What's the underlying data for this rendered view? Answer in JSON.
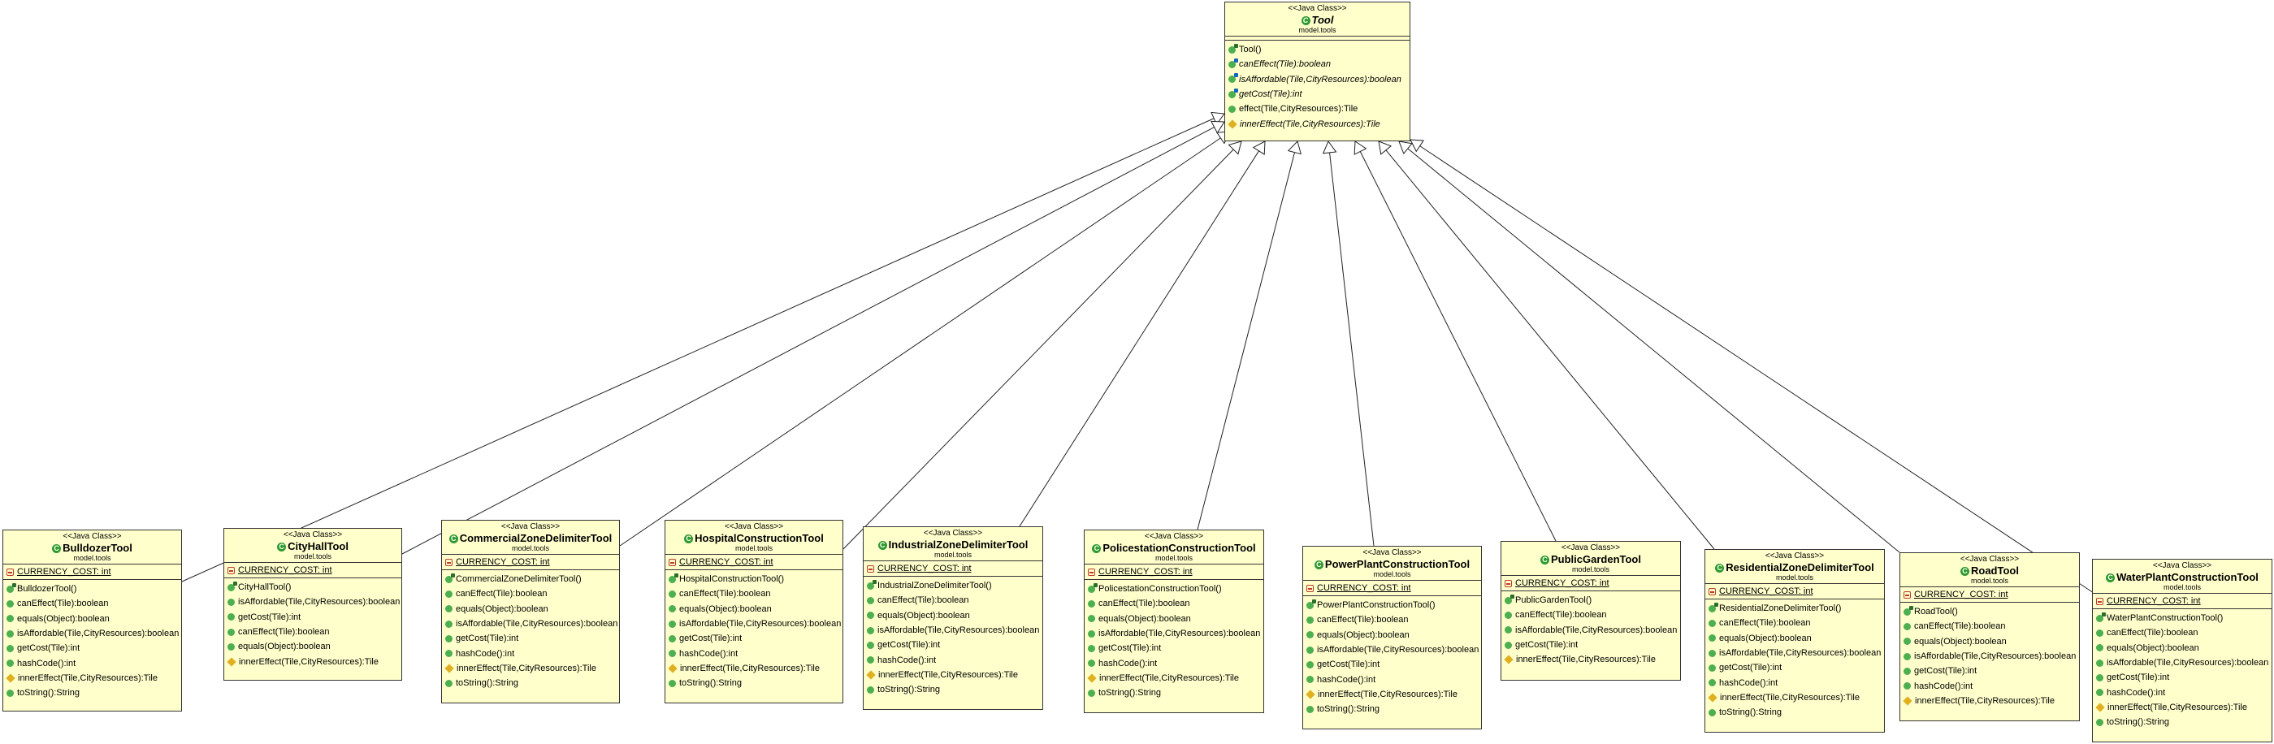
{
  "parent": {
    "stereotype": "<<Java Class>>",
    "name": "Tool",
    "package": "model.tools",
    "operations": [
      {
        "text": "Tool()",
        "icon": "ctor",
        "italic": false
      },
      {
        "text": "canEffect(Tile):boolean",
        "icon": "abs",
        "italic": true
      },
      {
        "text": "isAffordable(Tile,CityResources):boolean",
        "icon": "abs",
        "italic": true
      },
      {
        "text": "getCost(Tile):int",
        "icon": "abs",
        "italic": true
      },
      {
        "text": "effect(Tile,CityResources):Tile",
        "icon": "pub",
        "italic": false
      },
      {
        "text": "innerEffect(Tile,CityResources):Tile",
        "icon": "prot",
        "italic": true
      }
    ]
  },
  "classes": [
    {
      "stereotype": "<<Java Class>>",
      "name": "BulldozerTool",
      "package": "model.tools",
      "field": "CURRENCY_COST: int",
      "operations": [
        {
          "text": "BulldozerTool()",
          "icon": "ctor"
        },
        {
          "text": "canEffect(Tile):boolean",
          "icon": "pub"
        },
        {
          "text": "equals(Object):boolean",
          "icon": "pub"
        },
        {
          "text": "isAffordable(Tile,CityResources):boolean",
          "icon": "pub"
        },
        {
          "text": "getCost(Tile):int",
          "icon": "pub"
        },
        {
          "text": "hashCode():int",
          "icon": "pub"
        },
        {
          "text": "innerEffect(Tile,CityResources):Tile",
          "icon": "prot"
        },
        {
          "text": "toString():String",
          "icon": "pub"
        }
      ]
    },
    {
      "stereotype": "<<Java Class>>",
      "name": "CityHallTool",
      "package": "model.tools",
      "field": "CURRENCY_COST: int",
      "operations": [
        {
          "text": "CityHallTool()",
          "icon": "ctor"
        },
        {
          "text": "isAffordable(Tile,CityResources):boolean",
          "icon": "pub"
        },
        {
          "text": "getCost(Tile):int",
          "icon": "pub"
        },
        {
          "text": "canEffect(Tile):boolean",
          "icon": "pub"
        },
        {
          "text": "equals(Object):boolean",
          "icon": "pub"
        },
        {
          "text": "innerEffect(Tile,CityResources):Tile",
          "icon": "prot"
        }
      ]
    },
    {
      "stereotype": "<<Java Class>>",
      "name": "CommercialZoneDelimiterTool",
      "package": "model.tools",
      "field": "CURRENCY_COST: int",
      "operations": [
        {
          "text": "CommercialZoneDelimiterTool()",
          "icon": "ctor"
        },
        {
          "text": "canEffect(Tile):boolean",
          "icon": "pub"
        },
        {
          "text": "equals(Object):boolean",
          "icon": "pub"
        },
        {
          "text": "isAffordable(Tile,CityResources):boolean",
          "icon": "pub"
        },
        {
          "text": "getCost(Tile):int",
          "icon": "pub"
        },
        {
          "text": "hashCode():int",
          "icon": "pub"
        },
        {
          "text": "innerEffect(Tile,CityResources):Tile",
          "icon": "prot"
        },
        {
          "text": "toString():String",
          "icon": "pub"
        }
      ]
    },
    {
      "stereotype": "<<Java Class>>",
      "name": "HospitalConstructionTool",
      "package": "model.tools",
      "field": "CURRENCY_COST: int",
      "operations": [
        {
          "text": "HospitalConstructionTool()",
          "icon": "ctor"
        },
        {
          "text": "canEffect(Tile):boolean",
          "icon": "pub"
        },
        {
          "text": "equals(Object):boolean",
          "icon": "pub"
        },
        {
          "text": "isAffordable(Tile,CityResources):boolean",
          "icon": "pub"
        },
        {
          "text": "getCost(Tile):int",
          "icon": "pub"
        },
        {
          "text": "hashCode():int",
          "icon": "pub"
        },
        {
          "text": "innerEffect(Tile,CityResources):Tile",
          "icon": "prot"
        },
        {
          "text": "toString():String",
          "icon": "pub"
        }
      ]
    },
    {
      "stereotype": "<<Java Class>>",
      "name": "IndustrialZoneDelimiterTool",
      "package": "model.tools",
      "field": "CURRENCY_COST: int",
      "operations": [
        {
          "text": "IndustrialZoneDelimiterTool()",
          "icon": "ctor"
        },
        {
          "text": "canEffect(Tile):boolean",
          "icon": "pub"
        },
        {
          "text": "equals(Object):boolean",
          "icon": "pub"
        },
        {
          "text": "isAffordable(Tile,CityResources):boolean",
          "icon": "pub"
        },
        {
          "text": "getCost(Tile):int",
          "icon": "pub"
        },
        {
          "text": "hashCode():int",
          "icon": "pub"
        },
        {
          "text": "innerEffect(Tile,CityResources):Tile",
          "icon": "prot"
        },
        {
          "text": "toString():String",
          "icon": "pub"
        }
      ]
    },
    {
      "stereotype": "<<Java Class>>",
      "name": "PolicestationConstructionTool",
      "package": "model.tools",
      "field": "CURRENCY_COST: int",
      "operations": [
        {
          "text": "PolicestationConstructionTool()",
          "icon": "ctor"
        },
        {
          "text": "canEffect(Tile):boolean",
          "icon": "pub"
        },
        {
          "text": "equals(Object):boolean",
          "icon": "pub"
        },
        {
          "text": "isAffordable(Tile,CityResources):boolean",
          "icon": "pub"
        },
        {
          "text": "getCost(Tile):int",
          "icon": "pub"
        },
        {
          "text": "hashCode():int",
          "icon": "pub"
        },
        {
          "text": "innerEffect(Tile,CityResources):Tile",
          "icon": "prot"
        },
        {
          "text": "toString():String",
          "icon": "pub"
        }
      ]
    },
    {
      "stereotype": "<<Java Class>>",
      "name": "PowerPlantConstructionTool",
      "package": "model.tools",
      "field": "CURRENCY_COST: int",
      "operations": [
        {
          "text": "PowerPlantConstructionTool()",
          "icon": "ctor"
        },
        {
          "text": "canEffect(Tile):boolean",
          "icon": "pub"
        },
        {
          "text": "equals(Object):boolean",
          "icon": "pub"
        },
        {
          "text": "isAffordable(Tile,CityResources):boolean",
          "icon": "pub"
        },
        {
          "text": "getCost(Tile):int",
          "icon": "pub"
        },
        {
          "text": "hashCode():int",
          "icon": "pub"
        },
        {
          "text": "innerEffect(Tile,CityResources):Tile",
          "icon": "prot"
        },
        {
          "text": "toString():String",
          "icon": "pub"
        }
      ]
    },
    {
      "stereotype": "<<Java Class>>",
      "name": "PublicGardenTool",
      "package": "model.tools",
      "field": "CURRENCY_COST: int",
      "operations": [
        {
          "text": "PublicGardenTool()",
          "icon": "ctor"
        },
        {
          "text": "canEffect(Tile):boolean",
          "icon": "pub"
        },
        {
          "text": "isAffordable(Tile,CityResources):boolean",
          "icon": "pub"
        },
        {
          "text": "getCost(Tile):int",
          "icon": "pub"
        },
        {
          "text": "innerEffect(Tile,CityResources):Tile",
          "icon": "prot"
        }
      ]
    },
    {
      "stereotype": "<<Java Class>>",
      "name": "ResidentialZoneDelimiterTool",
      "package": "model.tools",
      "field": "CURRENCY_COST: int",
      "operations": [
        {
          "text": "ResidentialZoneDelimiterTool()",
          "icon": "ctor"
        },
        {
          "text": "canEffect(Tile):boolean",
          "icon": "pub"
        },
        {
          "text": "equals(Object):boolean",
          "icon": "pub"
        },
        {
          "text": "isAffordable(Tile,CityResources):boolean",
          "icon": "pub"
        },
        {
          "text": "getCost(Tile):int",
          "icon": "pub"
        },
        {
          "text": "hashCode():int",
          "icon": "pub"
        },
        {
          "text": "innerEffect(Tile,CityResources):Tile",
          "icon": "prot"
        },
        {
          "text": "toString():String",
          "icon": "pub"
        }
      ]
    },
    {
      "stereotype": "<<Java Class>>",
      "name": "RoadTool",
      "package": "model.tools",
      "field": "CURRENCY_COST: int",
      "operations": [
        {
          "text": "RoadTool()",
          "icon": "ctor"
        },
        {
          "text": "canEffect(Tile):boolean",
          "icon": "pub"
        },
        {
          "text": "equals(Object):boolean",
          "icon": "pub"
        },
        {
          "text": "isAffordable(Tile,CityResources):boolean",
          "icon": "pub"
        },
        {
          "text": "getCost(Tile):int",
          "icon": "pub"
        },
        {
          "text": "hashCode():int",
          "icon": "pub"
        },
        {
          "text": "innerEffect(Tile,CityResources):Tile",
          "icon": "prot"
        }
      ]
    },
    {
      "stereotype": "<<Java Class>>",
      "name": "WaterPlantConstructionTool",
      "package": "model.tools",
      "field": "CURRENCY_COST: int",
      "operations": [
        {
          "text": "WaterPlantConstructionTool()",
          "icon": "ctor"
        },
        {
          "text": "canEffect(Tile):boolean",
          "icon": "pub"
        },
        {
          "text": "equals(Object):boolean",
          "icon": "pub"
        },
        {
          "text": "isAffordable(Tile,CityResources):boolean",
          "icon": "pub"
        },
        {
          "text": "getCost(Tile):int",
          "icon": "pub"
        },
        {
          "text": "hashCode():int",
          "icon": "pub"
        },
        {
          "text": "innerEffect(Tile,CityResources):Tile",
          "icon": "prot"
        },
        {
          "text": "toString():String",
          "icon": "pub"
        }
      ]
    }
  ]
}
